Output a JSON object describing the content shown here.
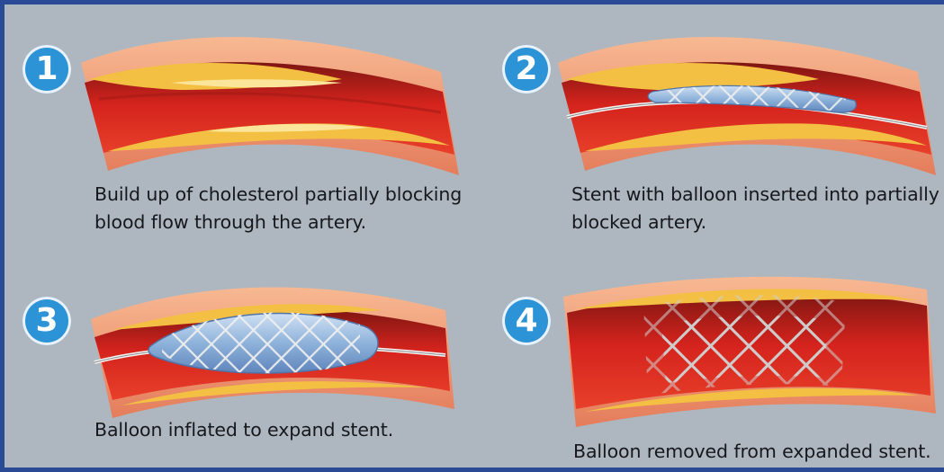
{
  "panels": [
    {
      "number": "1",
      "caption_line1": "Build up of cholesterol partially blocking",
      "caption_line2": "blood flow through the artery."
    },
    {
      "number": "2",
      "caption_line1": "Stent with balloon inserted into partially",
      "caption_line2": "blocked artery."
    },
    {
      "number": "3",
      "caption_line1": "Balloon inflated to expand stent.",
      "caption_line2": ""
    },
    {
      "number": "4",
      "caption_line1": "Balloon removed from expanded stent.",
      "caption_line2": ""
    }
  ],
  "colors": {
    "frame_border": "#2a4a96",
    "background": "#aeb7bf",
    "badge": "#2c93d6",
    "artery_wall": "#e98e6d",
    "plaque": "#f4c64a",
    "blood": "#c91f1d",
    "balloon": "#8fb4dc",
    "stent": "#d6d6d6"
  },
  "icons": {
    "panel1": "artery-plaque-illustration",
    "panel2": "artery-balloon-inserted-illustration",
    "panel3": "artery-balloon-inflated-illustration",
    "panel4": "artery-stent-expanded-illustration"
  }
}
